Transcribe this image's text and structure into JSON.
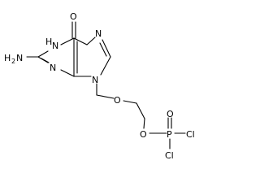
{
  "atoms": {
    "o_carbonyl": "O",
    "n1h": "N",
    "n1h_h": "H",
    "n7": "N",
    "amine_h": "H",
    "amine_sub": "2",
    "amine_n": "N",
    "n3": "N",
    "n9": "N",
    "o_ether": "O",
    "o_ester": "O",
    "p": "P",
    "o_phosphoryl": "O",
    "cl_upper": "Cl",
    "cl_lower": "Cl"
  }
}
